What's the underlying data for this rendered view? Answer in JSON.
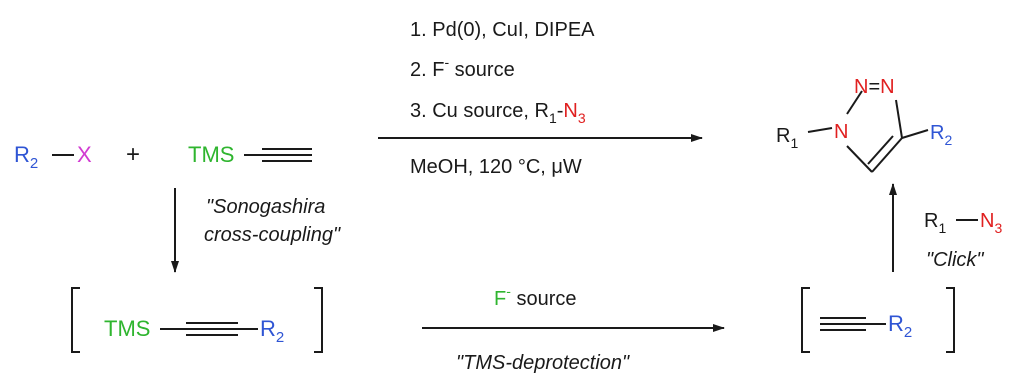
{
  "colors": {
    "black": "#1a1a1a",
    "blue": "#2f55d4",
    "green": "#2fb52f",
    "red": "#e02020",
    "magenta": "#d23cd2"
  },
  "reagents": {
    "r2": "R",
    "r2_sub": "2",
    "x": "X",
    "plus": "+",
    "tms": "TMS"
  },
  "conditions": {
    "step1": "1. Pd(0), CuI, DIPEA",
    "step2_prefix": "2. F",
    "step2_sup": "-",
    "step2_suffix": " source",
    "step3_prefix": "3. Cu source, R",
    "step3_sub": "1",
    "step3_dash": "-",
    "step3_azide": "N",
    "step3_azide_sub": "3",
    "below": "MeOH, 120 °C, μW"
  },
  "product": {
    "n_top_left": "N",
    "n_eq": "=",
    "n_top_right": "N",
    "n_ring": "N",
    "r1": "R",
    "r1_sub": "1",
    "r2": "R",
    "r2_sub": "2"
  },
  "sonogashira": {
    "line1": "\"Sonogashira",
    "line2": "cross-coupling\""
  },
  "intermediate": {
    "tms": "TMS",
    "r2": "R",
    "r2_sub": "2"
  },
  "deprotection": {
    "f": "F",
    "f_sup": "-",
    "source": " source",
    "label": "\"TMS-deprotection\""
  },
  "alkyne": {
    "r2": "R",
    "r2_sub": "2"
  },
  "click": {
    "r1": "R",
    "r1_sub": "1",
    "n3": "N",
    "n3_sub": "3",
    "label": "\"Click\""
  }
}
